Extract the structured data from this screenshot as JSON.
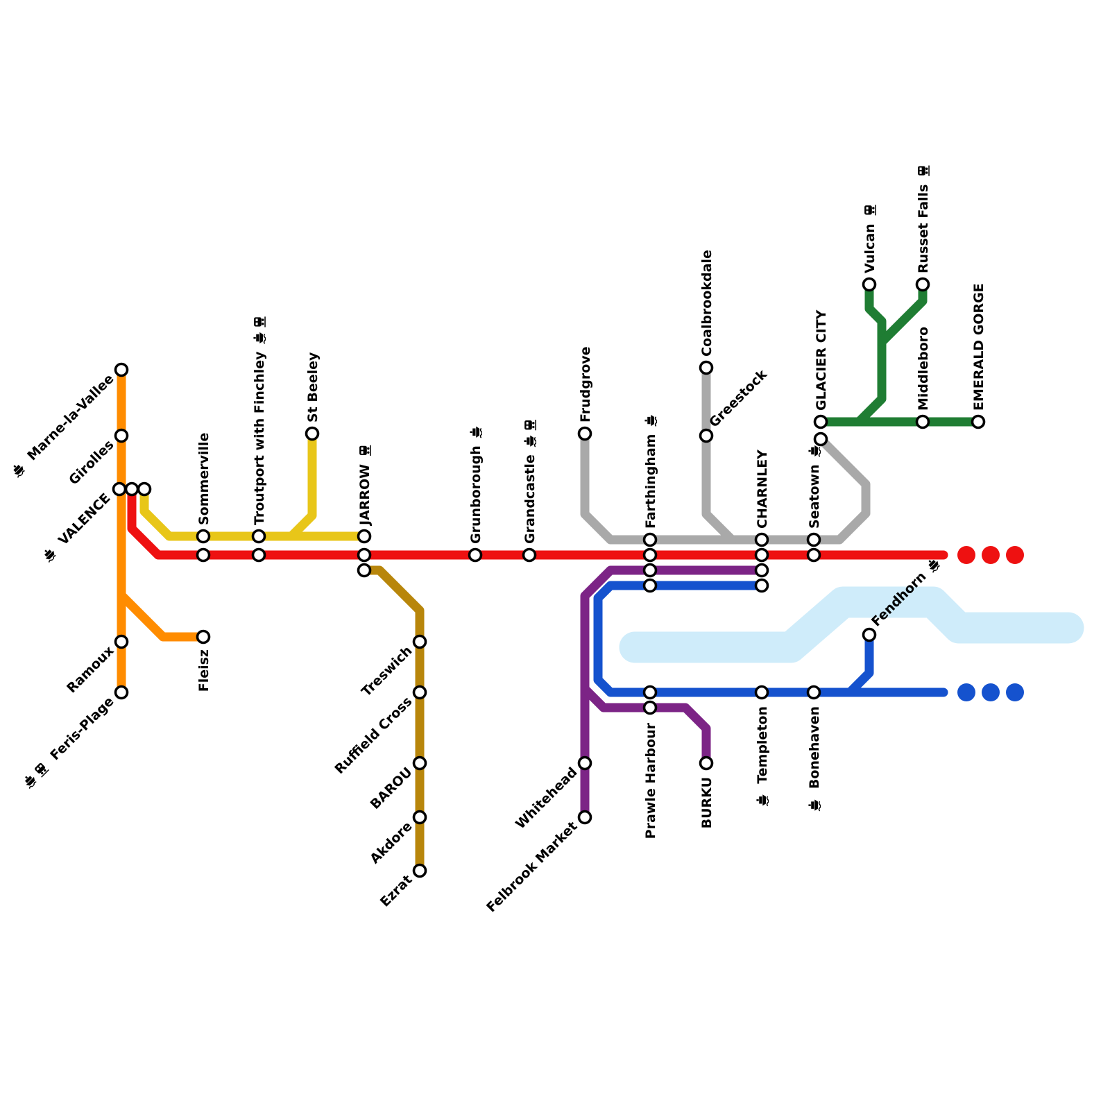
{
  "map": {
    "type": "schematic-transit-network-map",
    "background": "#FFFFFF"
  },
  "icon_types": {
    "ferry": "ferry-boat pictogram (riverboat interchange)",
    "rail": "train pictogram (mainline rail interchange)"
  },
  "lines": [
    {
      "id": "orange",
      "color": "#FF8C00",
      "stations": [
        "Marne-la-Vallee",
        "Girolles",
        "VALENCE",
        "Ramoux",
        "Feris-Plage",
        "Fleisz"
      ]
    },
    {
      "id": "red",
      "color": "#EE1111",
      "continues_east_dots": 3,
      "stations": [
        "VALENCE",
        "Sommerville",
        "Troutport with Finchley",
        "JARROW",
        "Grunborough",
        "Grandcastle",
        "Farthingham",
        "CHARNLEY",
        "Seatown"
      ]
    },
    {
      "id": "yellow",
      "color": "#E8C619",
      "stations": [
        "VALENCE",
        "Sommerville",
        "Troutport with Finchley",
        "St Beeley",
        "JARROW"
      ]
    },
    {
      "id": "brown",
      "color": "#B8860B",
      "stations": [
        "JARROW",
        "Treswich",
        "Ruffield Cross",
        "BAROU",
        "Akdore",
        "Ezrat"
      ]
    },
    {
      "id": "gray",
      "color": "#A9A9A9",
      "stations": [
        "Frudgrove",
        "Coalbrookdale",
        "Greestock",
        "Farthingham",
        "CHARNLEY",
        "Seatown",
        "GLACIER CITY"
      ]
    },
    {
      "id": "green",
      "color": "#1F7D33",
      "stations": [
        "GLACIER CITY",
        "Vulcan",
        "Russet Falls",
        "Middleboro",
        "EMERALD GORGE"
      ]
    },
    {
      "id": "blue",
      "color": "#1552CE",
      "continues_east_dots": 3,
      "stations": [
        "Farthingham",
        "CHARNLEY",
        "Prawle Harbour",
        "Templeton",
        "Bonehaven",
        "Fendhorn"
      ]
    },
    {
      "id": "purple",
      "color": "#7C2486",
      "stations": [
        "Whitehead",
        "Felbrook Market",
        "Farthingham",
        "CHARNLEY",
        "Prawle Harbour",
        "BURKU"
      ]
    },
    {
      "id": "river",
      "color": "#CFECFA"
    }
  ],
  "stations": {
    "marne_la_vallee": {
      "name": "Marne-la-Vallee",
      "icons": [
        "ferry"
      ]
    },
    "girolles": {
      "name": "Girolles"
    },
    "valence": {
      "name": "VALENCE",
      "icons": [
        "ferry"
      ]
    },
    "ramoux": {
      "name": "Ramoux"
    },
    "feris_plage": {
      "name": "Feris-Plage",
      "icons": [
        "ferry",
        "rail"
      ]
    },
    "fleisz": {
      "name": "Fleisz"
    },
    "sommerville": {
      "name": "Sommerville"
    },
    "troutport": {
      "name": "Troutport with Finchley",
      "icons": [
        "ferry",
        "rail"
      ]
    },
    "st_beeley": {
      "name": "St Beeley"
    },
    "jarrow": {
      "name": "JARROW",
      "icons": [
        "rail"
      ]
    },
    "grunborough": {
      "name": "Grunborough",
      "icons": [
        "ferry"
      ]
    },
    "grandcastle": {
      "name": "Grandcastle",
      "icons": [
        "ferry",
        "rail"
      ]
    },
    "treswich": {
      "name": "Treswich"
    },
    "ruffield_cross": {
      "name": "Ruffield Cross"
    },
    "barou": {
      "name": "BAROU"
    },
    "akdore": {
      "name": "Akdore"
    },
    "ezrat": {
      "name": "Ezrat"
    },
    "frudgrove": {
      "name": "Frudgrove"
    },
    "coalbrookdale": {
      "name": "Coalbrookdale"
    },
    "greestock": {
      "name": "Greestock"
    },
    "farthingham": {
      "name": "Farthingham",
      "icons": [
        "ferry"
      ]
    },
    "charnley": {
      "name": "CHARNLEY"
    },
    "seatown": {
      "name": "Seatown",
      "icons": [
        "ferry"
      ]
    },
    "glacier_city": {
      "name": "GLACIER CITY"
    },
    "vulcan": {
      "name": "Vulcan",
      "icons": [
        "rail"
      ]
    },
    "russet_falls": {
      "name": "Russet Falls",
      "icons": [
        "rail"
      ]
    },
    "middleboro": {
      "name": "Middleboro"
    },
    "emerald_gorge": {
      "name": "EMERALD GORGE"
    },
    "whitehead": {
      "name": "Whitehead"
    },
    "felbrook_market": {
      "name": "Felbrook Market"
    },
    "prawle_harbour": {
      "name": "Prawle Harbour"
    },
    "burku": {
      "name": "BURKU"
    },
    "templeton": {
      "name": "Templeton",
      "icons": [
        "ferry"
      ]
    },
    "bonehaven": {
      "name": "Bonehaven",
      "icons": [
        "ferry"
      ]
    },
    "fendhorn": {
      "name": "Fendhorn",
      "icons": [
        "ferry"
      ]
    }
  }
}
